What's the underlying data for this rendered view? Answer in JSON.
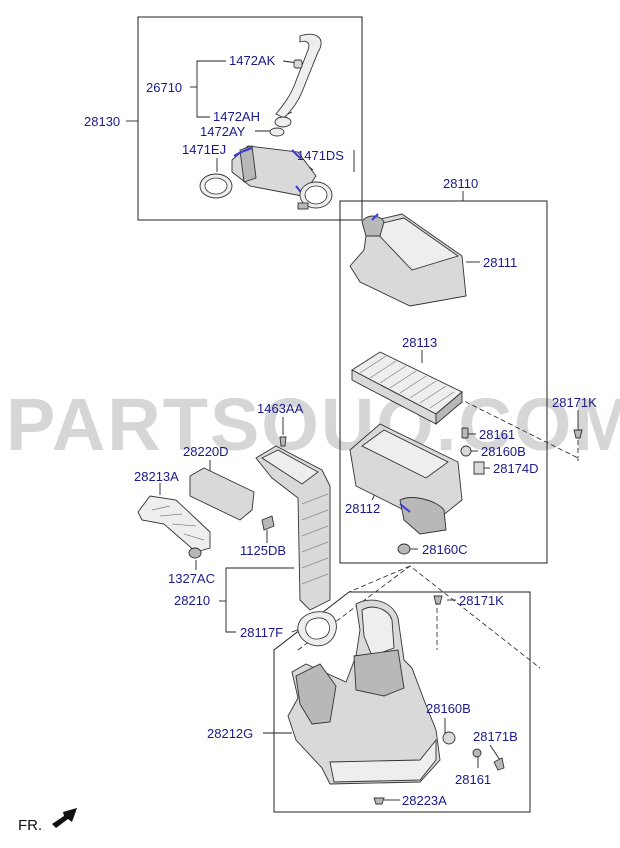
{
  "watermark": "PARTSOUQ.COM",
  "direction_label": "FR.",
  "parts": {
    "p28130": "28130",
    "p26710": "26710",
    "p1472AK": "1472AK",
    "p1472AH": "1472AH",
    "p1472AY": "1472AY",
    "p1471EJ": "1471EJ",
    "p1471DS": "1471DS",
    "p28110": "28110",
    "p28111": "28111",
    "p28113": "28113",
    "p28171K_a": "28171K",
    "p28161_a": "28161",
    "p28160B_a": "28160B",
    "p28174D": "28174D",
    "p28112": "28112",
    "p28160C": "28160C",
    "p1463AA": "1463AA",
    "p28220D": "28220D",
    "p28213A": "28213A",
    "p1125DB": "1125DB",
    "p1327AC": "1327AC",
    "p28210": "28210",
    "p28117F": "28117F",
    "p28171K_b": "28171K",
    "p28160B_b": "28160B",
    "p28171B": "28171B",
    "p28212G": "28212G",
    "p28161_b": "28161",
    "p28223A": "28223A"
  },
  "colors": {
    "label": "#1a1a8c",
    "highlight": "#3b3bd6",
    "watermark": "#b5b5b5"
  }
}
